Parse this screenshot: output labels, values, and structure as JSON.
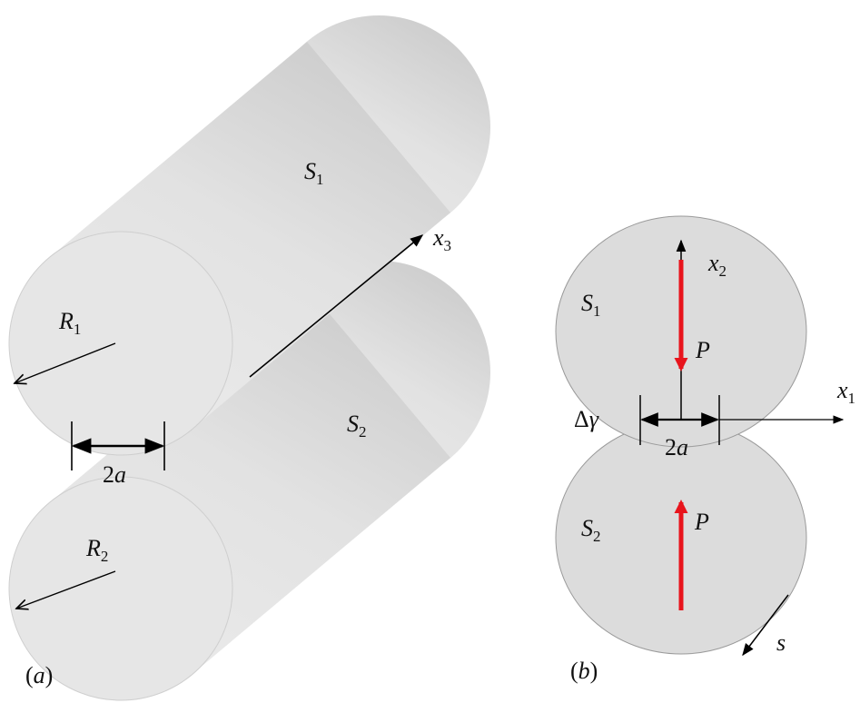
{
  "panel_a": {
    "caption_open": "(",
    "caption_letter": "a",
    "caption_close": ")",
    "s1": "S",
    "s1_sub": "1",
    "s2": "S",
    "s2_sub": "2",
    "r1": "R",
    "r1_sub": "1",
    "r2": "R",
    "r2_sub": "2",
    "x3": "x",
    "x3_sub": "3",
    "contact_num": "2",
    "contact_var": "a"
  },
  "panel_b": {
    "caption_open": "(",
    "caption_letter": "b",
    "caption_close": ")",
    "s1": "S",
    "s1_sub": "1",
    "s2": "S",
    "s2_sub": "2",
    "x1": "x",
    "x1_sub": "1",
    "x2": "x",
    "x2_sub": "2",
    "p_top": "P",
    "p_bottom": "P",
    "delta": "Δ",
    "gamma": "γ",
    "contact_num": "2",
    "contact_var": "a",
    "s": "s"
  },
  "colors": {
    "force": "#e8141c",
    "face": "#e6e6e6",
    "body": "#dadada",
    "section": "#dcdcdc"
  }
}
